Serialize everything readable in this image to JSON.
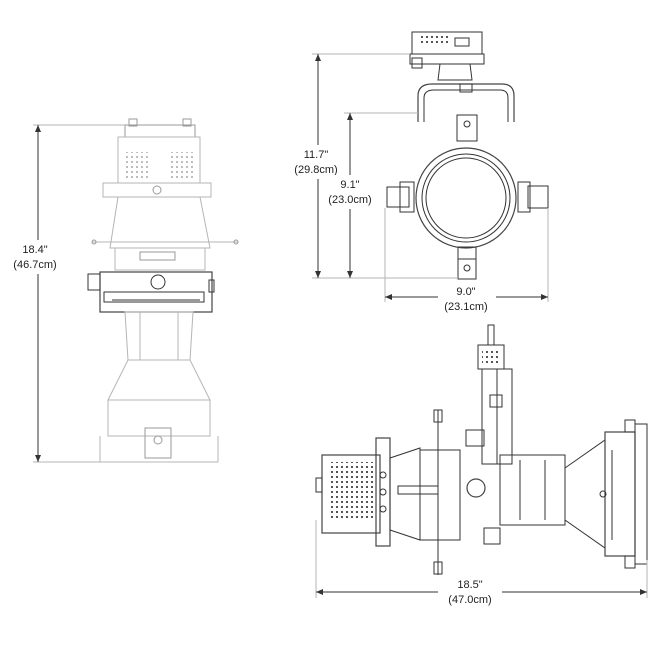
{
  "dimensions": {
    "front_height": {
      "inches": "18.4\"",
      "cm": "(46.7cm)"
    },
    "side_total_height": {
      "inches": "11.7\"",
      "cm": "(29.8cm)"
    },
    "side_body_height": {
      "inches": "9.1\"",
      "cm": "(23.0cm)"
    },
    "side_width": {
      "inches": "9.0\"",
      "cm": "(23.1cm)"
    },
    "bottom_length": {
      "inches": "18.5\"",
      "cm": "(47.0cm)"
    }
  },
  "colors": {
    "line": "#333333",
    "faint_line": "#b5b5b5",
    "text": "#222222",
    "background": "#ffffff"
  }
}
